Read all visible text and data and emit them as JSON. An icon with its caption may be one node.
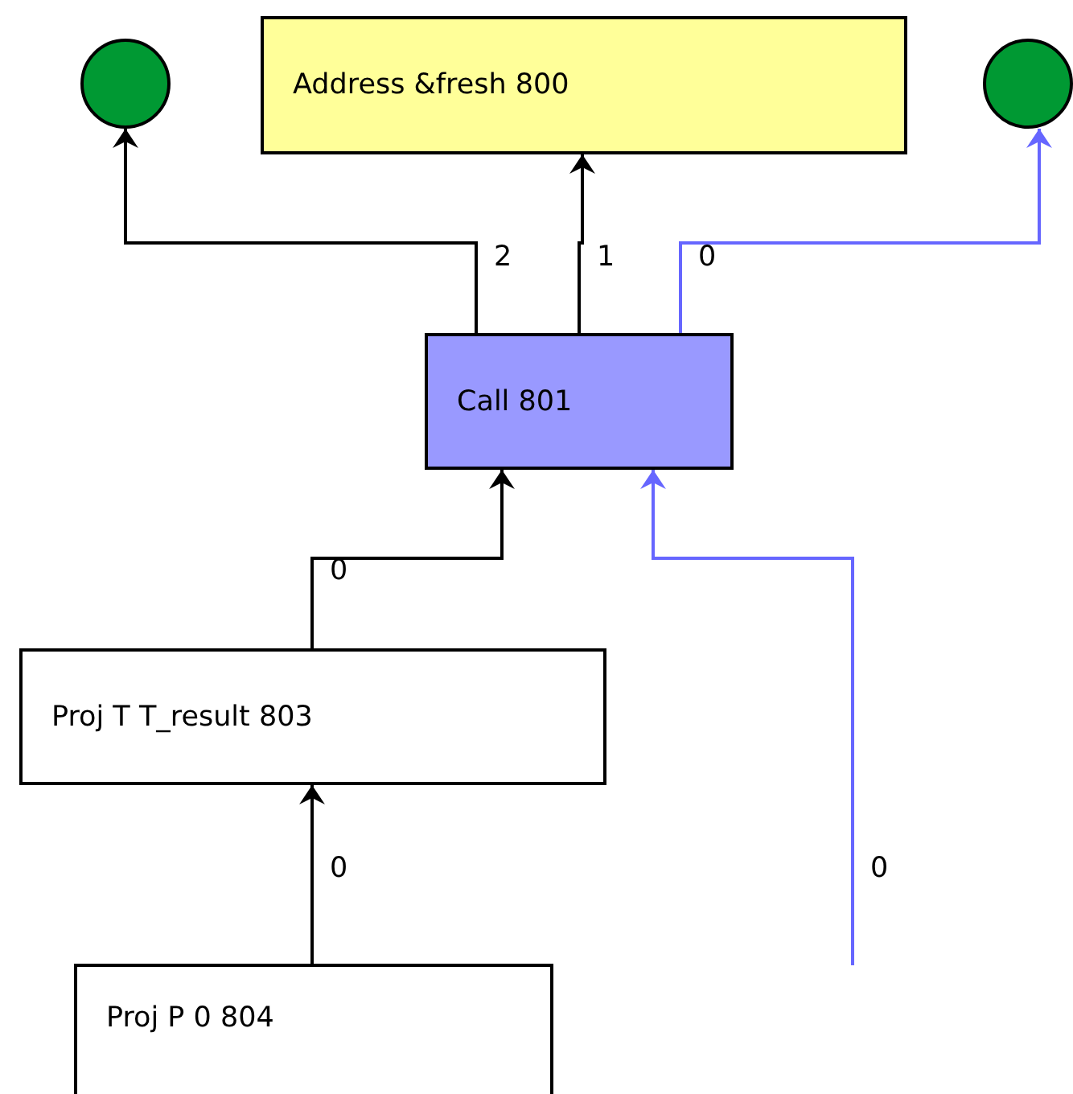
{
  "diagram": {
    "nodes": [
      {
        "text": [],
        "shape": "circle"
      },
      {
        "text": [
          "Address &fresh  800"
        ]
      },
      {
        "text": [],
        "shape": "circle"
      },
      {
        "text": [
          "Call  801"
        ]
      },
      {
        "text": [
          "Proj T T_result 803"
        ]
      },
      {
        "text": [
          "Proj P 0 804"
        ]
      }
    ],
    "edges": [
      {
        "from": 3,
        "to": 0,
        "arrow": "to",
        "label": "2"
      },
      {
        "from": 3,
        "to": 1,
        "arrow": "to",
        "label": "1"
      },
      {
        "from": 3,
        "to": 2,
        "arrow": "to",
        "label": "0",
        "color": "#6666ff"
      },
      {
        "from": 4,
        "to": 3,
        "arrow": "to",
        "label": "0"
      },
      {
        "from": null,
        "to": 3,
        "arrow": "to",
        "label": "0",
        "color": "#6666ff"
      },
      {
        "from": 5,
        "to": 4,
        "arrow": "to",
        "label": "0"
      }
    ]
  }
}
